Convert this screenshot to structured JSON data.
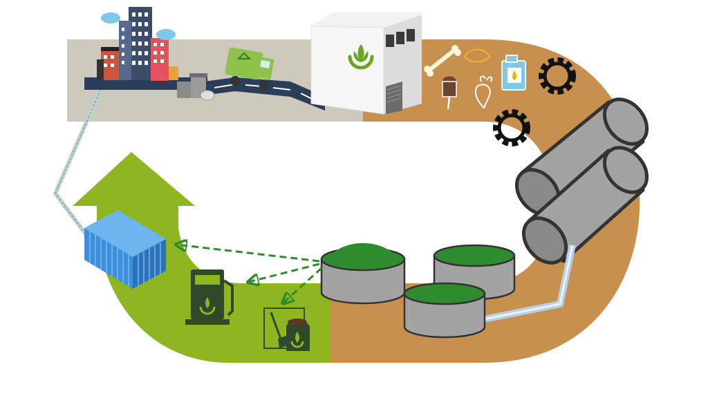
{
  "diagram": {
    "text_labels": [],
    "stages": [
      {
        "id": "city",
        "icon": "city-icon"
      },
      {
        "id": "waste-collection",
        "icon": "garbage-truck-icon"
      },
      {
        "id": "waste-bins",
        "icon": "trash-bin-icon"
      },
      {
        "id": "processing-plant",
        "icon": "plant-building-icon"
      },
      {
        "id": "organic-waste",
        "icon": "food-waste-icon"
      },
      {
        "id": "pretreatment",
        "icon": "gear-icon"
      },
      {
        "id": "hydrolysis",
        "icon": "cylinder-tank-icon"
      },
      {
        "id": "digesters",
        "icon": "digester-tank-icon"
      },
      {
        "id": "biofuel",
        "icon": "fuel-pump-icon"
      },
      {
        "id": "fertilizer",
        "icon": "fertilizer-bag-icon"
      },
      {
        "id": "storage",
        "icon": "shipping-container-icon"
      }
    ],
    "colors": {
      "city_band": "#cdc9bd",
      "loop_brown": "#c8904f",
      "loop_green": "#8fb521",
      "brand_green": "#6aa522",
      "digester_gray": "#a3a3a3",
      "digester_top": "#2e8b2e",
      "pipe_blue": "#b9cfe6",
      "container_blue": "#3d8fdc",
      "dark_green": "#2f4a2a",
      "gear": "#111111"
    }
  }
}
